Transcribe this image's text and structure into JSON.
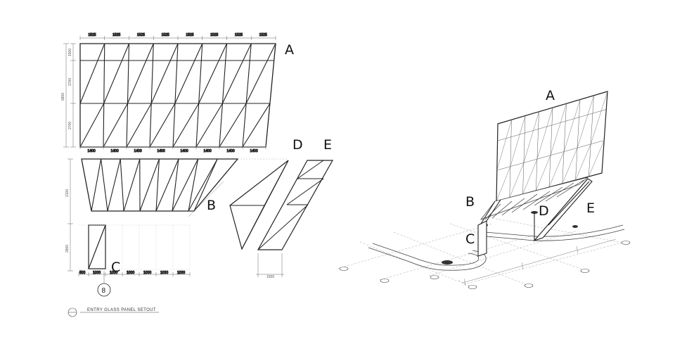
{
  "elevation": {
    "panel_a_top_dims": [
      "1525",
      "1525",
      "1525",
      "1525",
      "1525",
      "1525",
      "1525",
      "1525"
    ],
    "panel_a_bottom_dims": [
      "1400",
      "1400",
      "1400",
      "1400",
      "1400",
      "1400",
      "1400",
      "1400"
    ],
    "panel_a_height_total": "6800",
    "panel_a_height_parts": [
      "1500",
      "2700",
      "2700"
    ],
    "panel_b_height": "2100",
    "panel_c_height": "2800",
    "panel_c_bottom_dims": [
      "500",
      "1000",
      "1000",
      "1000",
      "1000",
      "1000",
      "1000"
    ],
    "panel_e_width": "1500"
  },
  "labels": {
    "a": "A",
    "b": "B",
    "c": "C",
    "d": "D",
    "e": "E",
    "iso_a": "A",
    "iso_b": "B",
    "iso_c": "C",
    "iso_d": "D",
    "iso_e": "E"
  },
  "caption": {
    "title": "ENTRY GLASS PANEL SETOUT",
    "callout": "8"
  }
}
